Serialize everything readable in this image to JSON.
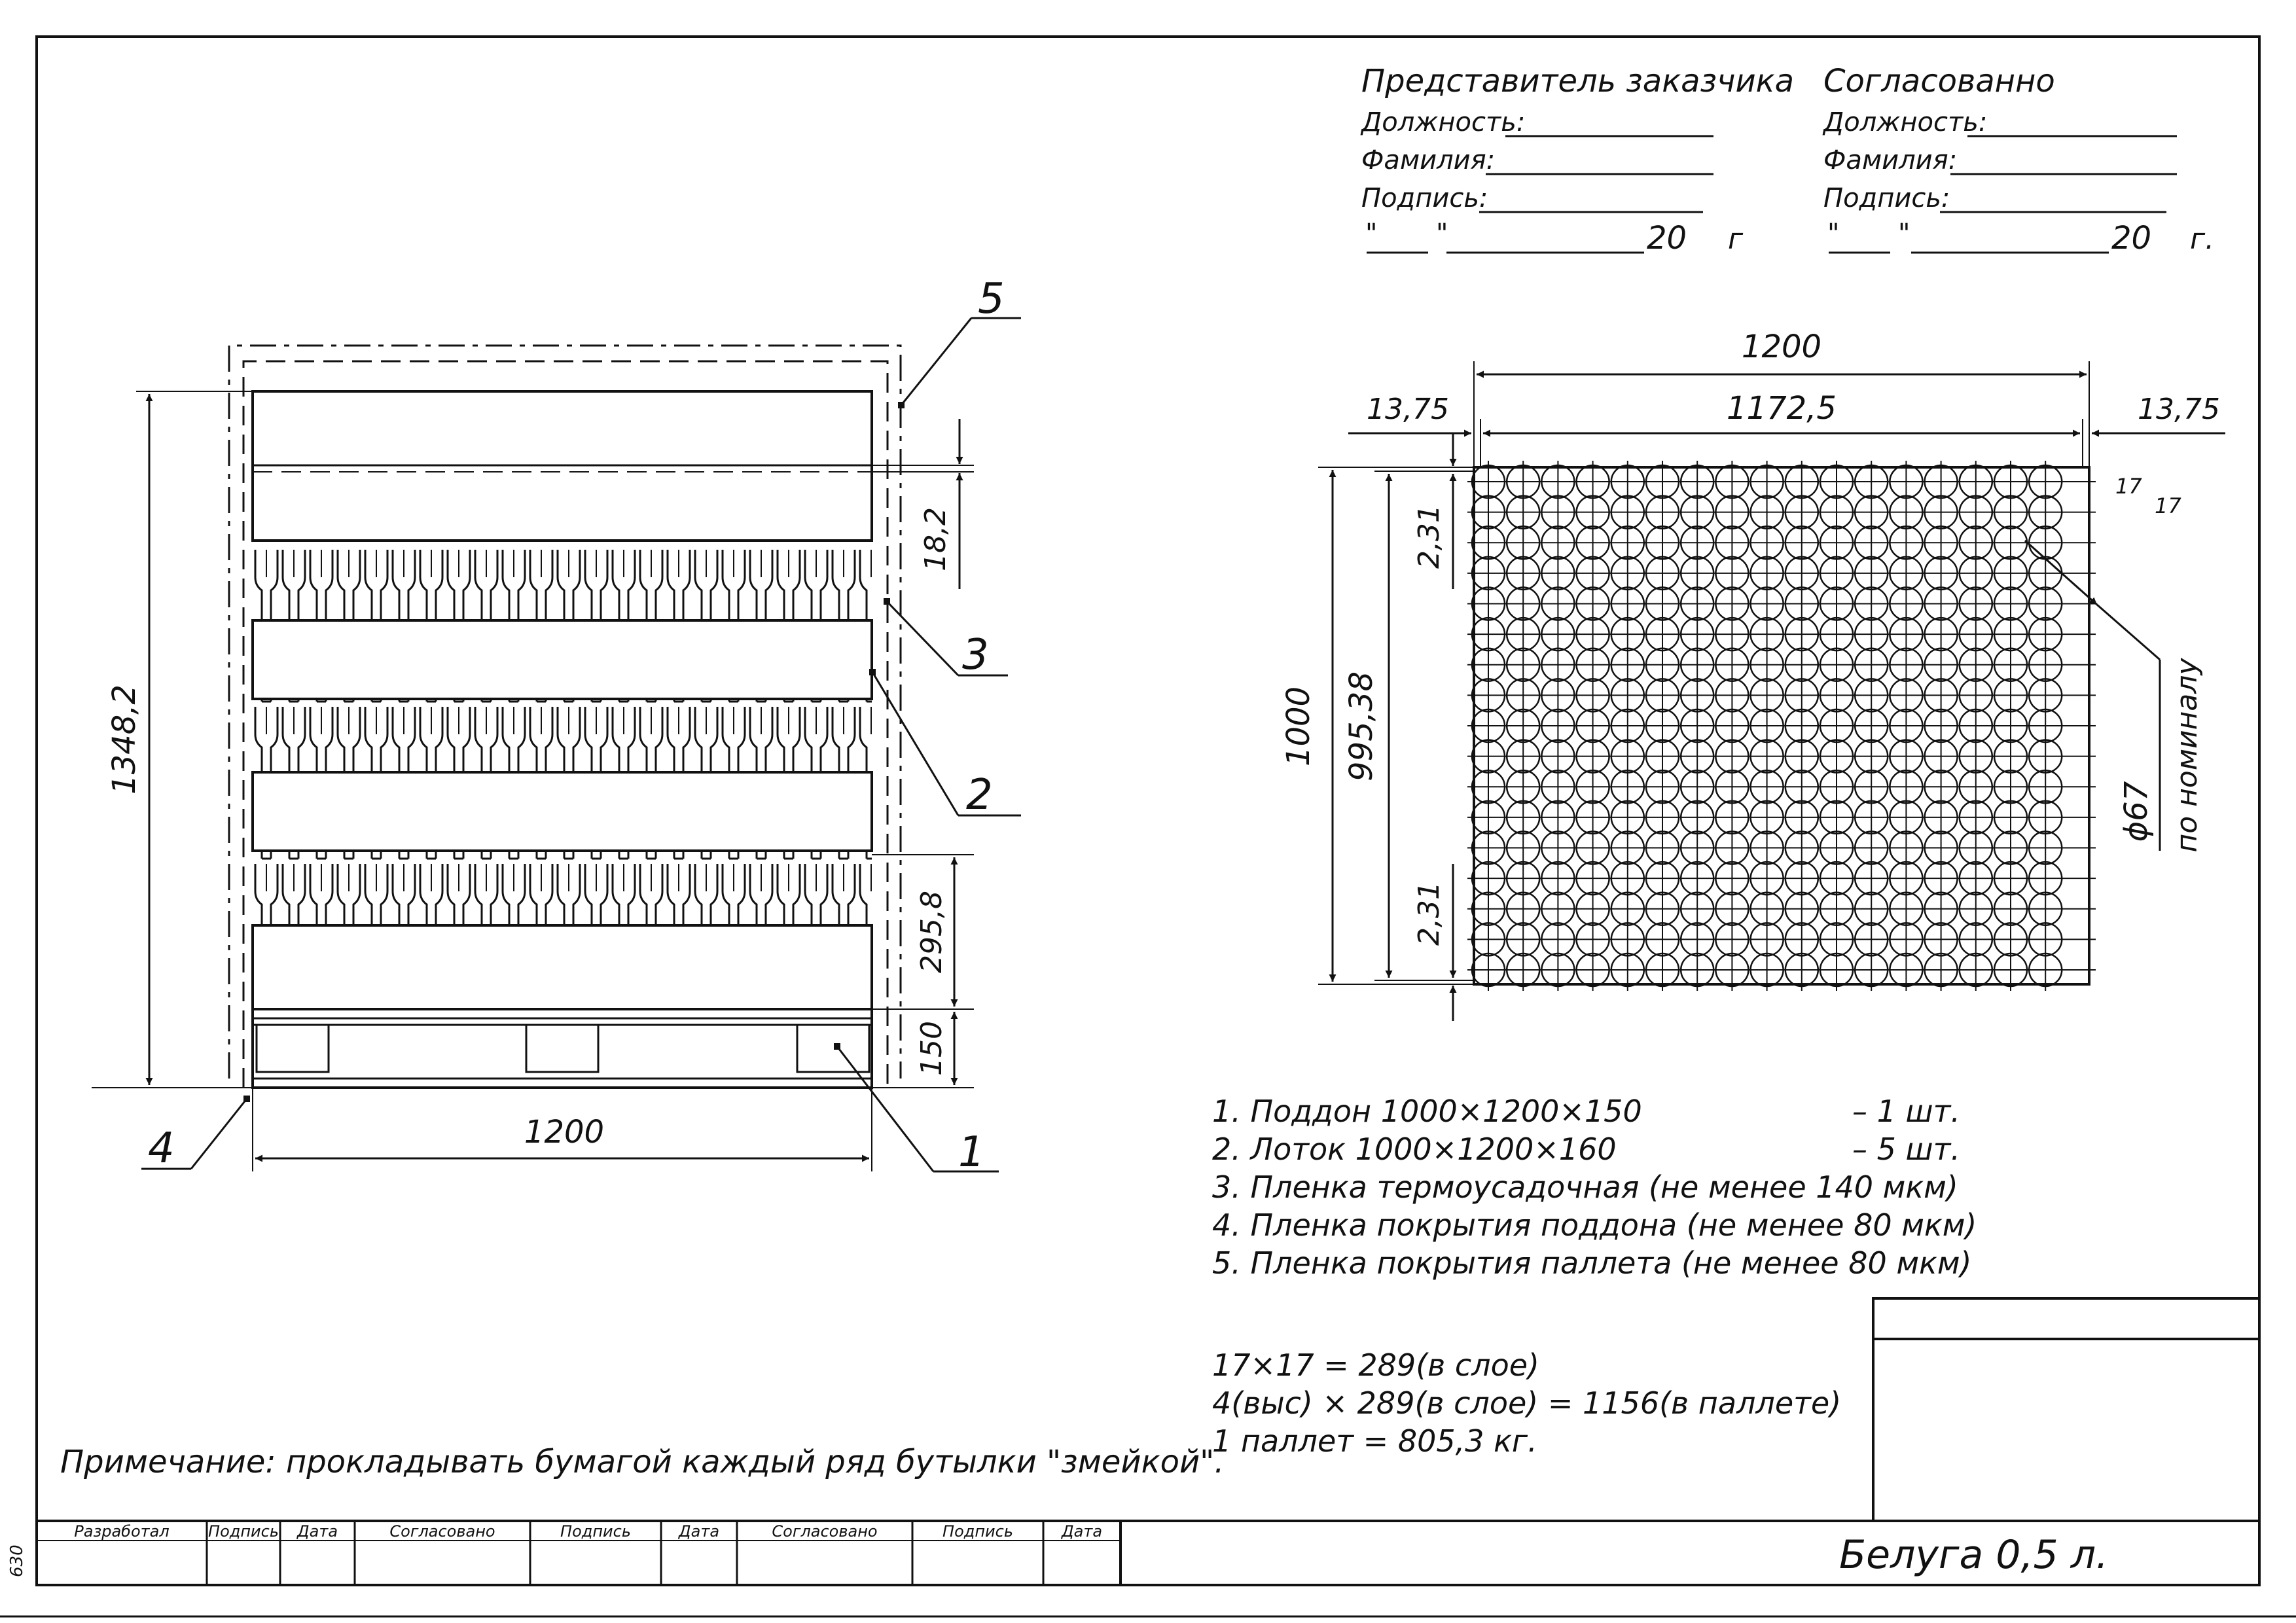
{
  "approval": {
    "customer": {
      "title": "Представитель заказчика",
      "position": "Должность:",
      "surname": "Фамилия:",
      "signature": "Подпись:",
      "date_open": "\"",
      "date_close": "\"",
      "year": "20",
      "year_suffix": "г"
    },
    "agreed": {
      "title": "Согласованно",
      "position": "Должность:",
      "surname": "Фамилия:",
      "signature": "Подпись:",
      "date_open": "\"",
      "date_close": "\"",
      "year": "20",
      "year_suffix": "г."
    }
  },
  "side_view": {
    "callouts": [
      "1",
      "2",
      "3",
      "4",
      "5"
    ],
    "dim_total_height": "1348,2",
    "dim_gap": "18,2",
    "dim_layer": "295,8",
    "dim_pallet": "150",
    "dim_width": "1200"
  },
  "top_view": {
    "dim_width": "1200",
    "dim_inner": "1172,5",
    "dim_margin_left": "13,75",
    "dim_margin_right": "13,75",
    "dim_depth": "1000",
    "dim_inner_depth": "995,38",
    "dim_gap_top": "2,31",
    "dim_gap_bottom": "2,31",
    "count_cols": "17",
    "count_rows": "17",
    "diameter": "ϕ67",
    "nominal": "по номиналу"
  },
  "spec": {
    "items": [
      {
        "text": "1.  Поддон 1000×1200×150",
        "qty": "–  1 шт."
      },
      {
        "text": "2.  Лоток 1000×1200×160",
        "qty": "–  5 шт."
      },
      {
        "text": "3.  Пленка термоусадочная (не менее 140 мкм)",
        "qty": ""
      },
      {
        "text": "4.  Пленка покрытия поддона (не менее 80 мкм)",
        "qty": ""
      },
      {
        "text": "5.  Пленка покрытия паллета (не менее 80 мкм)",
        "qty": ""
      }
    ],
    "calc": [
      "17×17 = 289(в слое)",
      "4(выс) × 289(в слое) = 1156(в паллете)",
      "1 паллет = 805,3 кг."
    ]
  },
  "note": "Примечание: прокладывать бумагой каждый ряд бутылки \"змейкой\".",
  "title_block": {
    "headers": [
      "Разработал",
      "Подпись",
      "Дата",
      "Согласовано",
      "Подпись",
      "Дата",
      "Согласовано",
      "Подпись",
      "Дата"
    ],
    "product": "Белуга 0,5 л."
  },
  "margin_code": "630"
}
